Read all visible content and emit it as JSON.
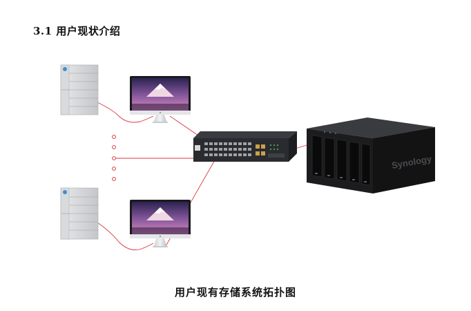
{
  "section_heading": "3.1 用户现状介绍",
  "caption": "用户现有存储系统拓扑图",
  "nas_brand": "Synology",
  "colors": {
    "link_line": "#d9363e",
    "dot_outline": "#d9363e",
    "server_body": "#d4d6d8",
    "server_accent": "#3b8fd6",
    "switch_body": "#2e2f33",
    "nas_body": "#1b1b1d",
    "screen_sky_top": "#3a2a5c",
    "screen_sky_bottom": "#c77ab4"
  },
  "icons": {
    "storage_server": "tower-server-icon",
    "workstation": "imac-monitor-icon",
    "network_switch": "ethernet-switch-icon",
    "nas": "nas-enclosure-icon"
  }
}
